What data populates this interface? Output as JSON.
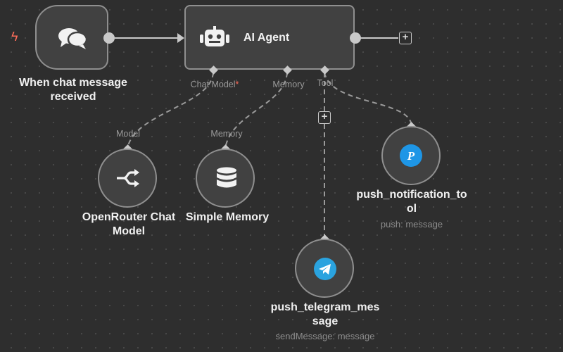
{
  "trigger": {
    "label": "When chat message received",
    "icon": "chat-bubbles-icon"
  },
  "agent": {
    "title": "AI Agent",
    "icon": "robot-icon"
  },
  "agent_handles": {
    "chat_model": "Chat Model",
    "chat_model_required": "*",
    "memory": "Memory",
    "tool": "Tool"
  },
  "nodes": {
    "openrouter": {
      "handle_label": "Model",
      "label": "OpenRouter Chat Model",
      "icon": "openrouter-icon"
    },
    "memory": {
      "handle_label": "Memory",
      "label": "Simple Memory",
      "icon": "database-icon"
    },
    "push_notification": {
      "label": "push_notification_tool",
      "label_line1": "push_notification_to",
      "label_line2": "ol",
      "sub": "push: message",
      "icon": "pushover-icon"
    },
    "telegram": {
      "label": "push_telegram_message",
      "label_line1": "push_telegram_mes",
      "label_line2": "sage",
      "sub": "sendMessage: message",
      "icon": "telegram-icon"
    }
  },
  "colors": {
    "background": "#2e2e2e",
    "node_fill": "#414141",
    "node_border": "#8f8f8f",
    "accent_red": "#ff6d5a",
    "telegram_blue": "#2aa3df",
    "pushover_blue": "#1e96e6"
  }
}
